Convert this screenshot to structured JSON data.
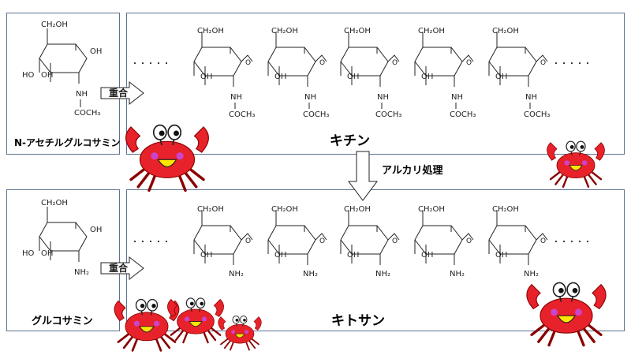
{
  "monomers": {
    "top": {
      "name": "N-アセチルグルコサミン",
      "ch2oh": "CH₂OH",
      "oh": "OH",
      "ho": "HO",
      "nh": "NH",
      "acyl": "COCH₃"
    },
    "bottom": {
      "name": "グルコサミン",
      "ch2oh": "CH₂OH",
      "oh": "OH",
      "ho": "HO",
      "amine": "NH₂"
    }
  },
  "polymers": {
    "top": {
      "name": "キチン",
      "ch2oh": "CH₂OH",
      "oh": "OH",
      "o": "O",
      "nh": "NH",
      "acyl": "COCH₃",
      "dots": "・・・・・"
    },
    "bottom": {
      "name": "キトサン",
      "ch2oh": "CH₂OH",
      "oh": "OH",
      "o": "O",
      "amine": "NH₂",
      "dots": "・・・・・"
    }
  },
  "polymerize_label": "重合",
  "process_label": "アルカリ処理",
  "colors": {
    "box_border": "#5b7392",
    "crab_body": "#e8222a",
    "crab_face": "#ffe600",
    "crab_cheek": "#cc44cc"
  },
  "icons": [
    "crab-icon",
    "arrow-right-icon",
    "arrow-down-icon"
  ]
}
